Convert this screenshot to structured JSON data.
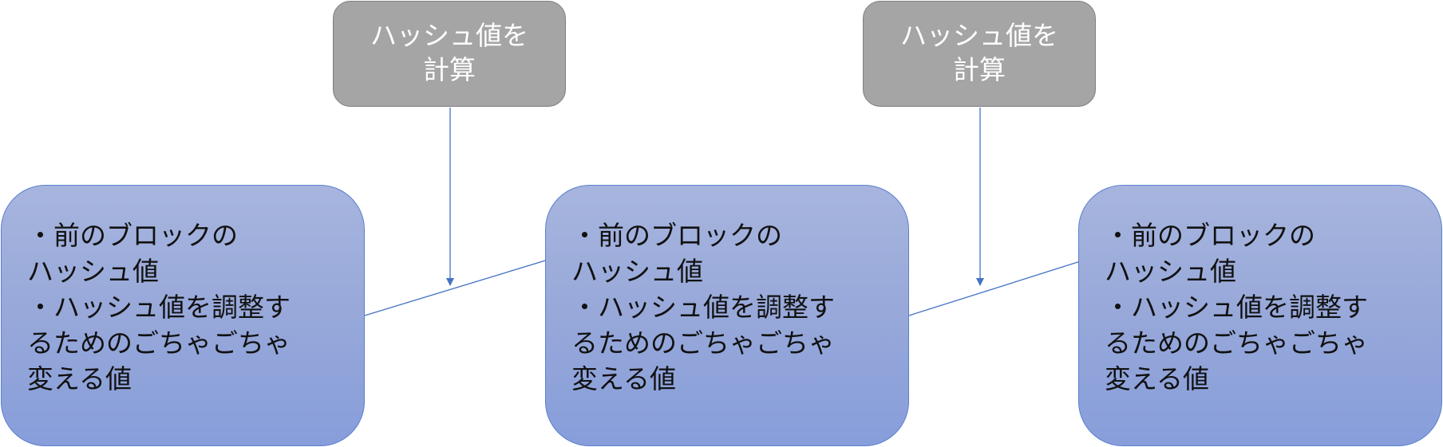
{
  "colors": {
    "gray_fill": "#a5a5a5",
    "gray_border": "#7f7f7f",
    "blue_top": "#a7b5de",
    "blue_bottom": "#879edb",
    "blue_border": "#5b7fcf",
    "arrow": "#4472c4"
  },
  "compute_boxes": [
    {
      "line1": "ハッシュ値を",
      "line2": "計算"
    },
    {
      "line1": "ハッシュ値を",
      "line2": "計算"
    }
  ],
  "blocks": [
    {
      "lines": [
        "・前のブロックの",
        "ハッシュ値",
        "・ハッシュ値を調整す",
        "るためのごちゃごちゃ",
        "変える値"
      ]
    },
    {
      "lines": [
        "・前のブロックの",
        "ハッシュ値",
        "・ハッシュ値を調整す",
        "るためのごちゃごちゃ",
        "変える値"
      ]
    },
    {
      "lines": [
        "・前のブロックの",
        "ハッシュ値",
        "・ハッシュ値を調整す",
        "るためのごちゃごちゃ",
        "変える値"
      ]
    }
  ]
}
